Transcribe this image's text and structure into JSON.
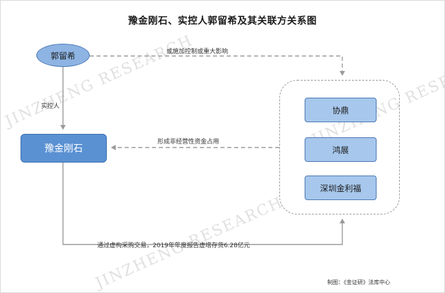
{
  "title": "豫金刚石、实控人郭留希及其关联方关系图",
  "nodes": {
    "person": "郭留希",
    "company": "豫金刚石",
    "related": [
      "协鼎",
      "鸿展",
      "深圳金利福"
    ]
  },
  "edges": {
    "influence": "或施加控制或重大影响",
    "controller": "实控人",
    "occupy": "形成非经营性资金占用",
    "purchase": "通过虚构采购交易，2019年年度报告虚增存货6.28亿元"
  },
  "credit": "制图：《金证研》法库中心",
  "watermark": "JINZHENG RESEARCH",
  "colors": {
    "person_fill": "#8eb4e3",
    "company_fill": "#5a91d3",
    "related_fill": "#a7c7ec",
    "border": "#4a78b5",
    "arrow": "#9a9a9a"
  }
}
